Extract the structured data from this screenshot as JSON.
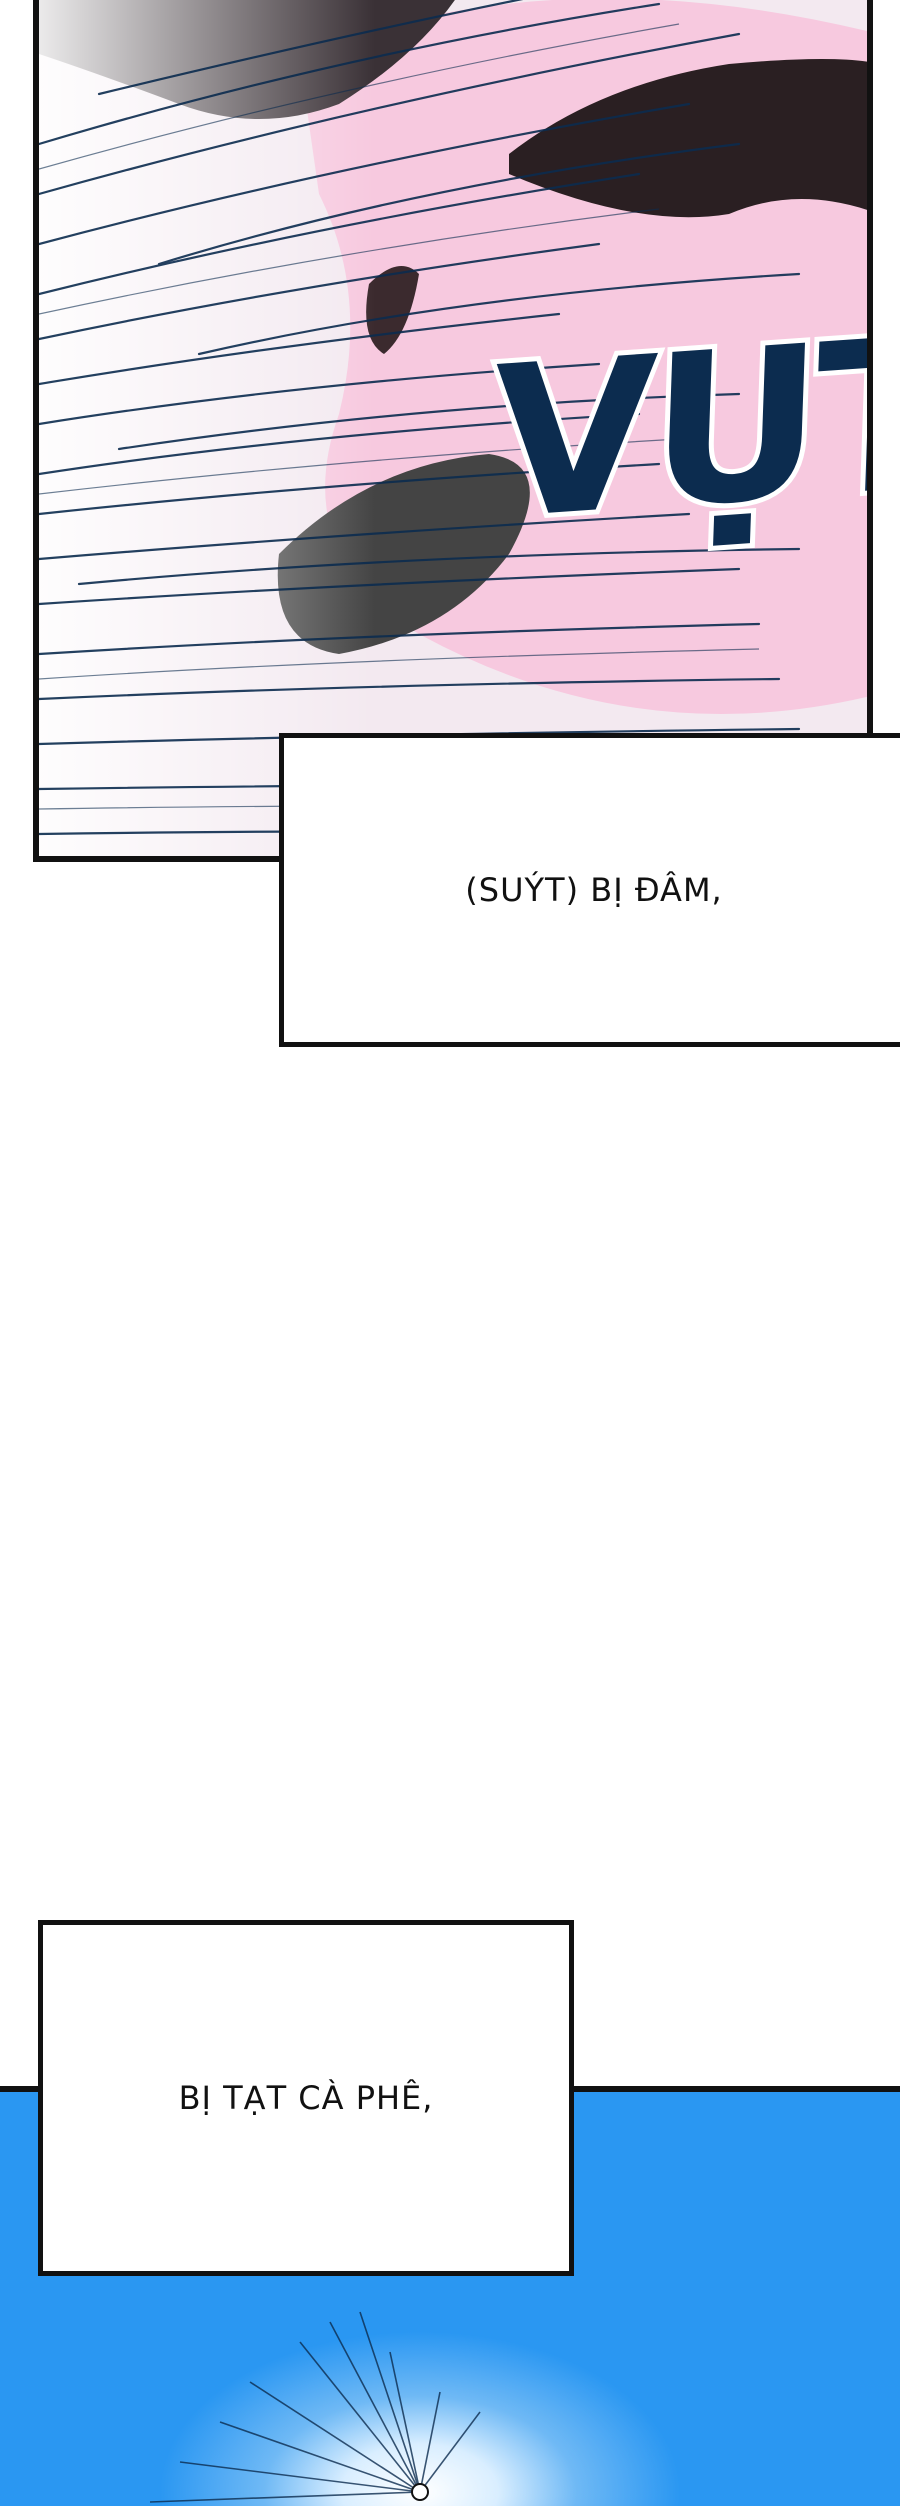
{
  "panels": {
    "action_sfx": "VỤT",
    "caption_1": "(SUÝT) BỊ ĐÂM,",
    "caption_2": "BỊ TẠT CÀ PHÊ,"
  },
  "colors": {
    "sfx_fill": "#0c2c4f",
    "pink_blur": "#f7c9df",
    "sky_blue": "#2a97f2",
    "border": "#111111"
  }
}
